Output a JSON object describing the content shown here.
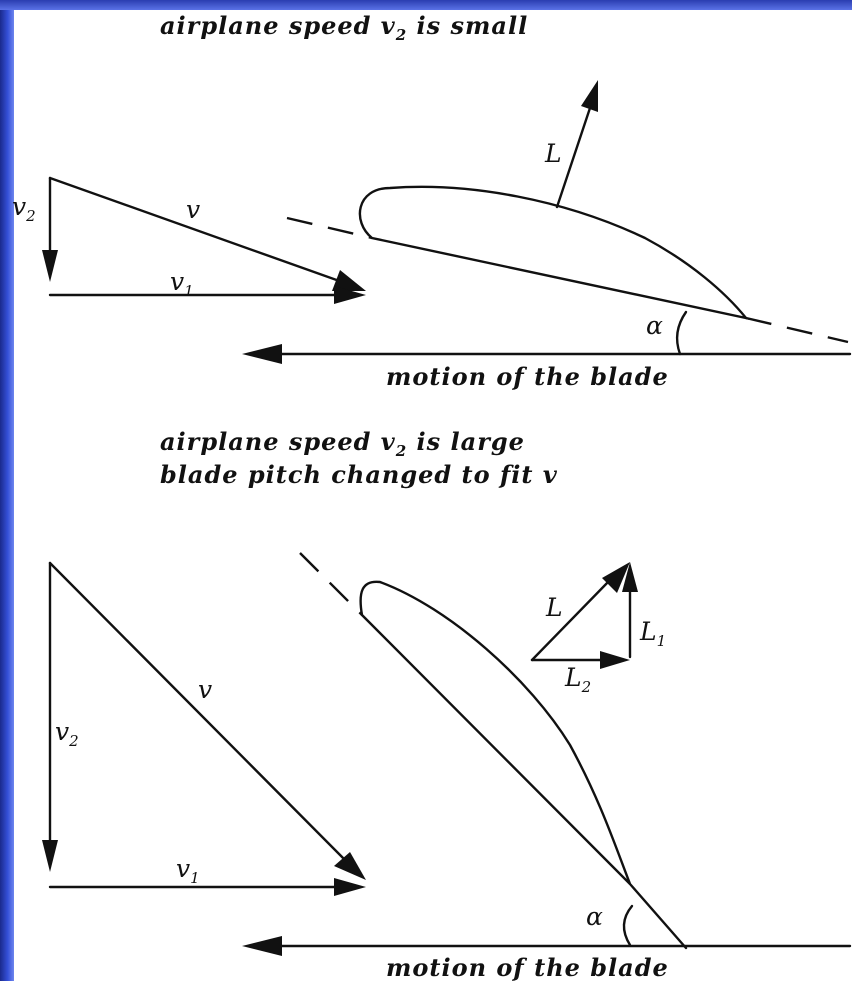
{
  "top": {
    "caption": "airplane speed v",
    "caption_sub": "2",
    "caption_tail": " is small",
    "v2": "v",
    "v2_sub": "2",
    "v": "v",
    "v1": "v",
    "v1_sub": "1",
    "L": "L",
    "alpha": "α",
    "motion": "motion of the blade"
  },
  "bottom": {
    "caption_line1": "airplane speed v",
    "caption_line1_sub": "2",
    "caption_line1_tail": " is large",
    "caption_line2": "blade pitch changed to fit v",
    "v2": "v",
    "v2_sub": "2",
    "v": "v",
    "v1": "v",
    "v1_sub": "1",
    "L": "L",
    "L1": "L",
    "L1_sub": "1",
    "L2": "L",
    "L2_sub": "2",
    "alpha": "α",
    "motion": "motion of the blade"
  }
}
